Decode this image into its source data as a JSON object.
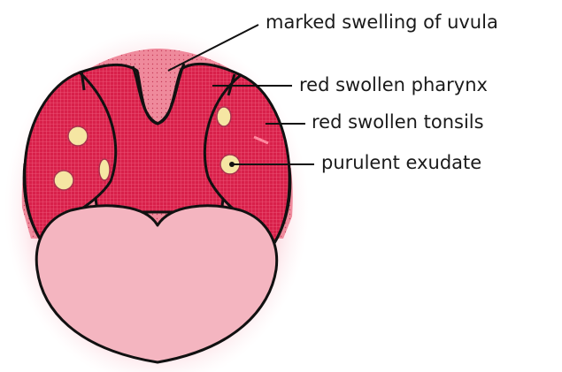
{
  "labels": {
    "uvula": "marked swelling of uvula",
    "pharynx": "red swollen pharynx",
    "tonsils": "red swollen tonsils",
    "exudate": "purulent exudate"
  },
  "colors": {
    "inflamed_red": "#d8204a",
    "glow_pink": "#f7a9b8",
    "uvula_pink": "#ef8a9c",
    "tongue_pink": "#f4b5c0",
    "exudate_yellow": "#f5e6a3",
    "outline": "#111111"
  }
}
